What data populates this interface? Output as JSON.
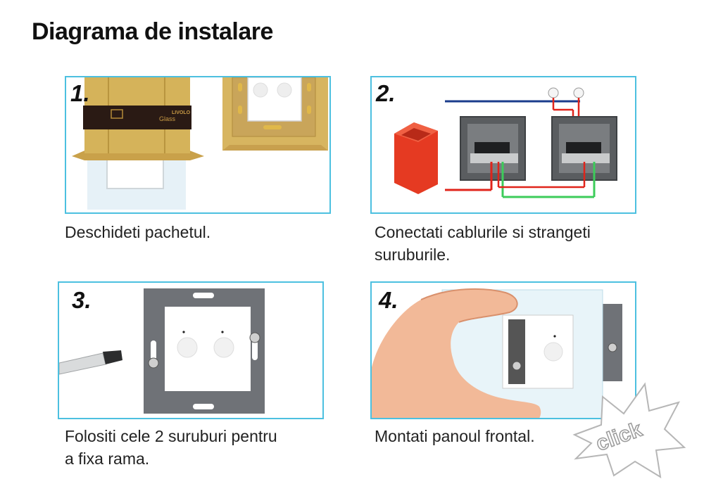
{
  "title": "Diagrama de instalare",
  "steps": [
    {
      "number": "1.",
      "caption": "Deschideti pachetul."
    },
    {
      "number": "2.",
      "caption_line1": "Conectati cablurile si strangeti",
      "caption_line2": "suruburile."
    },
    {
      "number": "3.",
      "caption_line1": "Folositi cele 2 suruburi pentru",
      "caption_line2": "a fixa rama."
    },
    {
      "number": "4.",
      "caption": "Montati panoul frontal."
    }
  ],
  "package_text": {
    "brand": "LIVOLO",
    "product": "Glass"
  },
  "click_text": "click",
  "colors": {
    "panel_border": "#4cc0e0",
    "wire_blue": "#1a3c8c",
    "wire_red": "#e0241b",
    "wire_green": "#3ccc5a",
    "box_red": "#e53a22",
    "frame_gray": "#6f7277"
  }
}
